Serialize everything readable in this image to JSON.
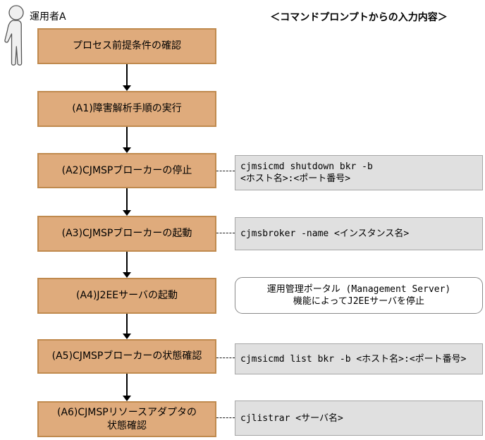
{
  "colors": {
    "step_fill": "#dfab7c",
    "step_border": "#c08a4e",
    "cmd_fill": "#e0e0e0",
    "cmd_border": "#a6a6a6",
    "arrow": "#000000"
  },
  "diagram": {
    "actor_label": "運用者A",
    "header": "＜コマンドプロンプトからの入力内容＞",
    "steps": [
      {
        "label": "プロセス前提条件の確認"
      },
      {
        "label": "(A1)障害解析手順の実行"
      },
      {
        "label": "(A2)CJMSPブローカーの停止"
      },
      {
        "label": "(A3)CJMSPブローカーの起動"
      },
      {
        "label": "(A4)J2EEサーバの起動"
      },
      {
        "label": "(A5)CJMSPブローカーの状態確認"
      },
      {
        "label": "(A6)CJMSPリソースアダプタの",
        "label2": "状態確認"
      }
    ],
    "notes": [
      {
        "kind": "command",
        "line1": "cjmsicmd shutdown bkr -b",
        "line2": "<ホスト名>:<ポート番号>"
      },
      {
        "kind": "command",
        "line1": "cjmsbroker -name <インスタンス名>"
      },
      {
        "kind": "info",
        "line1": "運用管理ポータル (Management Server)",
        "line2": "機能によってJ2EEサーバを停止"
      },
      {
        "kind": "command",
        "line1": "cjmsicmd list bkr -b <ホスト名>:<ポート番号>"
      },
      {
        "kind": "command",
        "line1": "cjlistrar <サーバ名>"
      }
    ]
  }
}
